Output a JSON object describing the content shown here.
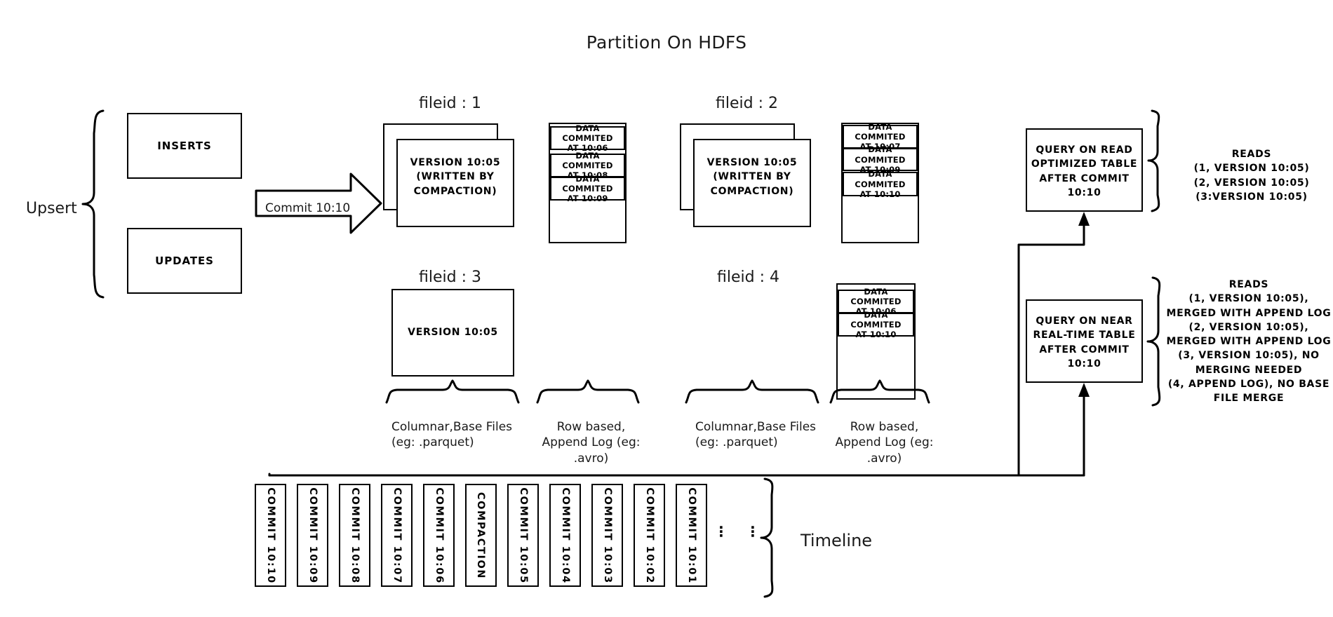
{
  "title": "Partition On HDFS",
  "left": {
    "group_label": "Upsert",
    "inserts_label": "INSERTS",
    "updates_label": "UPDATES",
    "commit_arrow_label": "Commit 10:10"
  },
  "file_groups": [
    {
      "id": "fileid-1",
      "header": "fileid : 1",
      "base_file_text": "VERSION 10:05\n(WRITTEN BY\nCOMPACTION)",
      "base_file_lines": [
        "VERSION 10:05",
        "(WRITTEN BY",
        "COMPACTION)"
      ],
      "stacked": true,
      "log_entries": [
        "DATA COMMITED\nAT 10:06",
        "DATA COMMITED\nAT 10:08",
        "DATA COMMITED\nAT 10:09"
      ]
    },
    {
      "id": "fileid-2",
      "header": "fileid : 2",
      "base_file_lines": [
        "VERSION 10:05",
        "(WRITTEN BY",
        "COMPACTION)"
      ],
      "stacked": true,
      "log_entries": [
        "DATA COMMITED\nAT 10:07",
        "DATA COMMITED\nAT 10:09",
        "DATA COMMITED\nAT 10:10"
      ]
    },
    {
      "id": "fileid-3",
      "header": "fileid : 3",
      "base_file_lines": [
        "VERSION 10:05"
      ],
      "stacked": false,
      "log_entries": []
    },
    {
      "id": "fileid-4",
      "header": "fileid : 4",
      "base_file_lines": [],
      "stacked": false,
      "log_entries": [
        "DATA COMMITED\nAT 10:06",
        "DATA COMMITED\nAT 10:10"
      ]
    }
  ],
  "log_entry_lines": {
    "f1": [
      [
        "DATA COMMITED",
        "AT 10:06"
      ],
      [
        "DATA COMMITED",
        "AT 10:08"
      ],
      [
        "DATA COMMITED",
        "AT 10:09"
      ]
    ],
    "f2": [
      [
        "DATA COMMITED",
        "AT 10:07"
      ],
      [
        "DATA COMMITED",
        "AT 10:09"
      ],
      [
        "DATA COMMITED",
        "AT 10:10"
      ]
    ],
    "f4": [
      [
        "DATA COMMITED",
        "AT 10:06"
      ],
      [
        "DATA COMMITED",
        "AT 10:10"
      ]
    ]
  },
  "captions": {
    "base_files_top": "Columnar,Base Files",
    "base_files_bottom": "(eg: .parquet)",
    "append_log_l1": "Row based,",
    "append_log_l2": "Append Log  (eg:",
    "append_log_l3": ".avro)"
  },
  "queries": [
    {
      "id": "read-optimized",
      "lines": [
        "QUERY ON READ",
        "OPTIMIZED TABLE",
        "AFTER COMMIT",
        "10:10"
      ],
      "reads_lines": [
        "READS",
        "(1, VERSION 10:05)",
        "(2, VERSION 10:05)",
        "(3:VERSION 10:05)"
      ]
    },
    {
      "id": "near-real-time",
      "lines": [
        "QUERY ON NEAR",
        "REAL-TIME TABLE",
        "AFTER COMMIT",
        "10:10"
      ],
      "reads_lines": [
        "READS",
        "(1, VERSION 10:05),",
        "MERGED WITH APPEND LOG",
        "(2, VERSION 10:05),",
        "MERGED WITH APPEND LOG",
        "(3, VERSION 10:05), NO",
        "MERGING NEEDED",
        "(4, APPEND LOG), NO BASE",
        "FILE MERGE"
      ]
    }
  ],
  "timeline": {
    "label": "Timeline",
    "cells": [
      "COMMIT  10:10",
      "COMMIT  10:09",
      "COMMIT  10:08",
      "COMMIT  10:07",
      "COMMIT  10:06",
      "COMPACTION",
      "COMMIT  10:05",
      "COMMIT  10:04",
      "COMMIT  10:03",
      "COMMIT  10:02",
      "COMMIT  10:01"
    ],
    "ellipsis": "⋮"
  },
  "colors": {
    "stroke": "#000000",
    "background": "#ffffff",
    "text": "#111111"
  }
}
